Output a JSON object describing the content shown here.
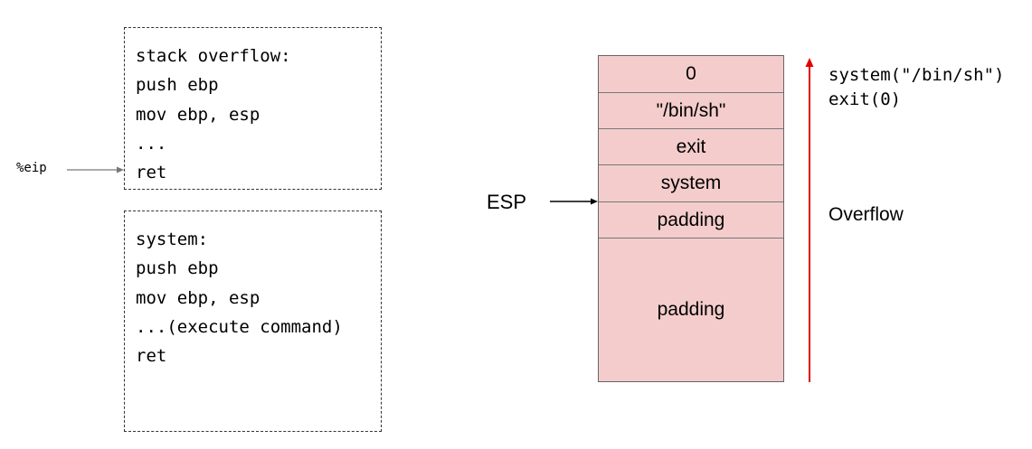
{
  "code_boxes": [
    {
      "lines": [
        "stack overflow:",
        "push ebp",
        "mov ebp, esp",
        "...",
        "ret"
      ]
    },
    {
      "lines": [
        "system:",
        "push ebp",
        "mov ebp, esp",
        "...(execute command)",
        "ret"
      ]
    }
  ],
  "eip_label": "%eip",
  "stack": {
    "cells": [
      "0",
      "\"/bin/sh\"",
      "exit",
      "system",
      "padding",
      "padding"
    ],
    "fill_color": "#f4cccc"
  },
  "esp_label": "ESP",
  "overflow_label": "Overflow",
  "overflow_arrow_color": "#e00000",
  "calls": [
    "system(\"/bin/sh\")",
    "exit(0)"
  ]
}
